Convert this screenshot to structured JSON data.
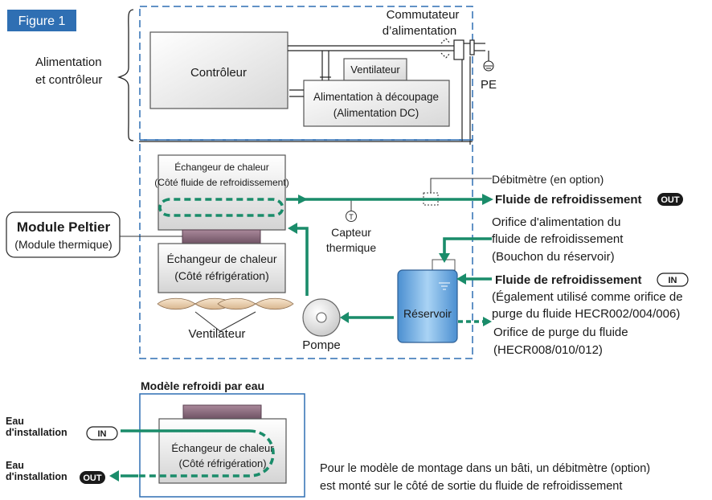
{
  "figure_label": "Figure 1",
  "power_group": {
    "line1": "Alimentation",
    "line2": "et contrôleur"
  },
  "switch": {
    "line1": "Commutateur",
    "line2": "d’alimentation"
  },
  "pe": "PE",
  "controller": "Contrôleur",
  "fan_small": "Ventilateur",
  "psu": {
    "line1": "Alimentation à découpage",
    "line2": "(Alimentation DC)"
  },
  "hx_fluid": {
    "line1": "Échangeur de chaleur",
    "line2": "(Côté fluide de refroidissement)"
  },
  "hx_ref": {
    "line1": "Échangeur de chaleur",
    "line2": "(Côté réfrigération)"
  },
  "peltier": {
    "title": "Module Peltier",
    "subtitle": "(Module thermique)"
  },
  "fans": "Ventilateur",
  "pump": "Pompe",
  "sensor": {
    "symbol": "T",
    "line1": "Capteur",
    "line2": "thermique"
  },
  "flowmeter": "Débitmètre (en option)",
  "coolant_out": "Fluide de refroidissement",
  "badge_out": "OUT",
  "badge_in": "IN",
  "supply_port": {
    "line1": "Orifice d'alimentation du",
    "line2": "fluide de refroidissement",
    "line3": "(Bouchon du réservoir)"
  },
  "coolant_in": "Fluide de refroidissement",
  "also_used": {
    "line1": "(Également utilisé comme orifice de",
    "line2": "purge du fluide HECR002/004/006)"
  },
  "reservoir": "Réservoir",
  "drain": {
    "line1": "Orifice de purge du fluide",
    "line2": "(HECR008/010/012)"
  },
  "water_cooled": {
    "title": "Modèle refroidi par eau",
    "in_label1": "Eau",
    "in_label2": "d'installation",
    "out_label1": "Eau",
    "out_label2": "d'installation",
    "hx": {
      "line1": "Échangeur de chaleur",
      "line2": "(Côté réfrigération)"
    }
  },
  "note": {
    "line1": "Pour le modèle de montage dans un  bâti, un débitmètre (option)",
    "line2": "est monté sur le côté de sortie du fluide de refroidissement"
  },
  "colors": {
    "green": "#1a8c6a",
    "blue": "#2f6fb3",
    "badge": "#2f6fb3",
    "reservoir": "#8ec1ea"
  }
}
